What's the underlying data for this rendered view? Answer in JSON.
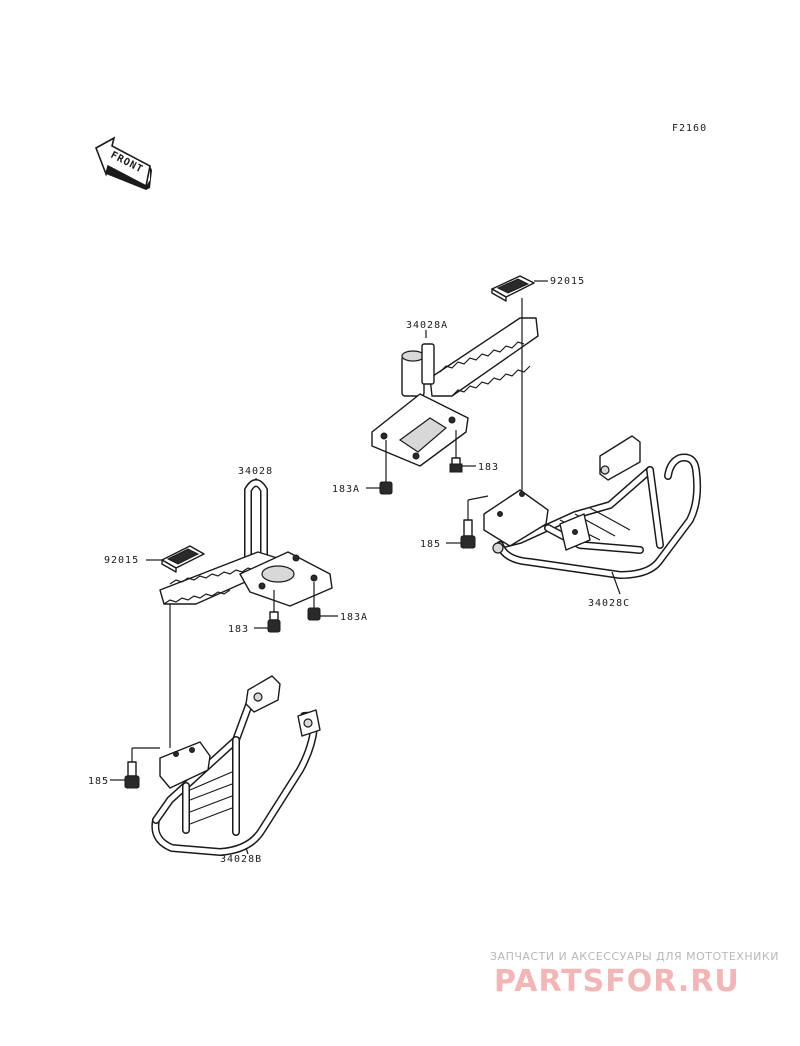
{
  "figure_code": "F2160",
  "front_arrow_label": "FRONT",
  "labels": {
    "p92015_top": "92015",
    "p34028A": "34028A",
    "p183_right": "183",
    "p183A_right": "183A",
    "p185_right": "185",
    "p34028C": "34028C",
    "p34028": "34028",
    "p92015_left": "92015",
    "p183_left": "183",
    "p183A_left": "183A",
    "p185_left": "185",
    "p34028B": "34028B"
  },
  "watermark": {
    "line1": "ЗАПЧАСТИ И АКСЕССУАРЫ ДЛЯ МОТОТЕХНИКИ",
    "logo": "PARTSFOR.RU"
  }
}
